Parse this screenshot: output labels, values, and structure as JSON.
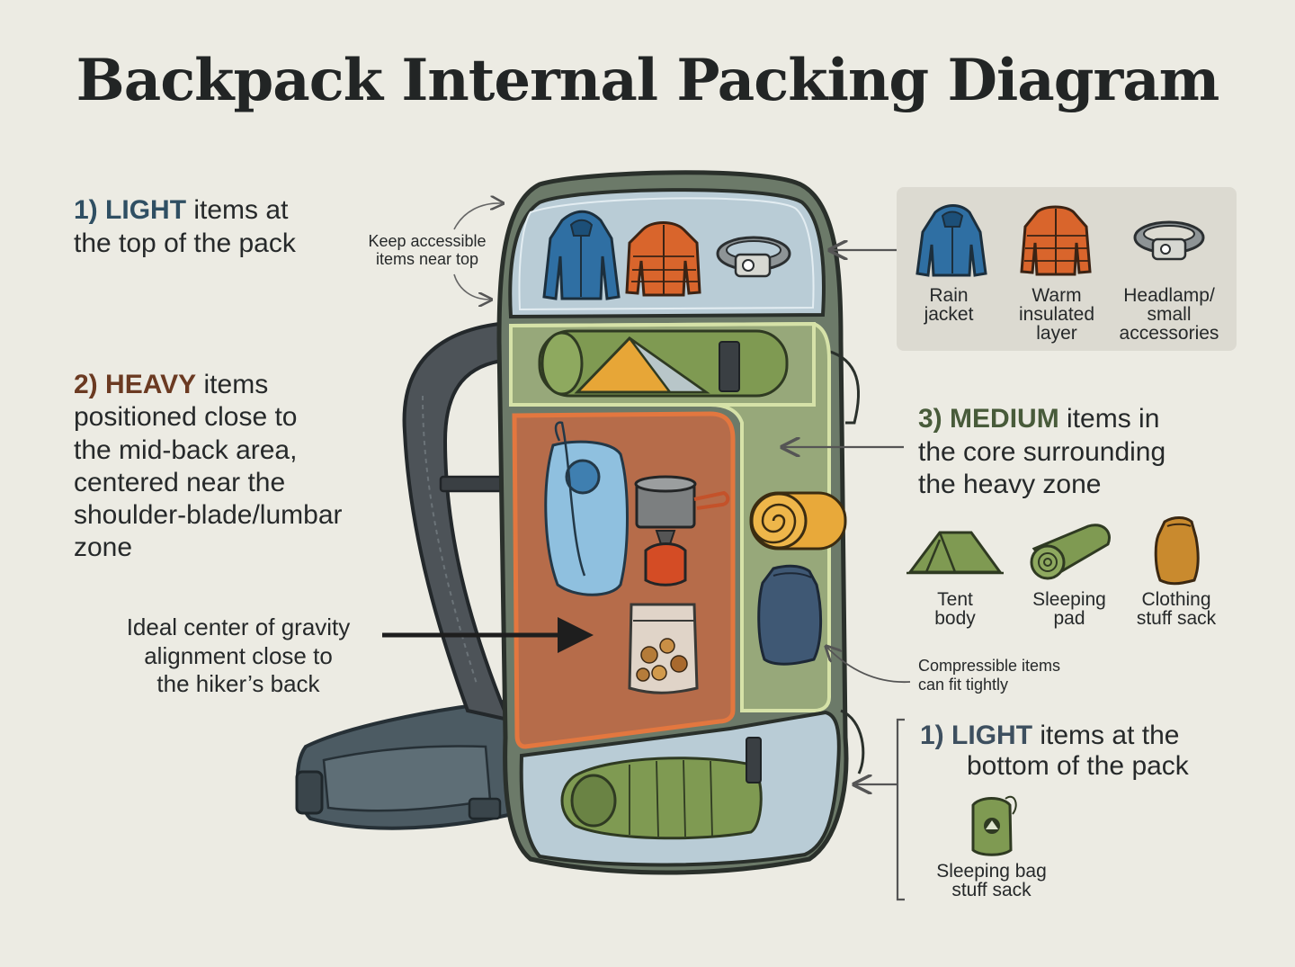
{
  "title": "Backpack Internal Packing Diagram",
  "light_top": {
    "number": "1)",
    "keyword": "LIGHT",
    "line1_rest": "items at",
    "line2": "the top of the pack"
  },
  "heavy": {
    "number": "2)",
    "keyword": "HEAVY",
    "line1_rest": "items",
    "lines": [
      "positioned close to",
      "the mid-back area,",
      "centered near the",
      "shoulder-blade/lumbar",
      "zone"
    ]
  },
  "gravity_note": [
    "Ideal center of gravity",
    "alignment close to",
    "the hiker’s back"
  ],
  "accessible_note": [
    "Keep accessible",
    "items near top"
  ],
  "top_items": [
    {
      "lines": [
        "Rain",
        "jacket"
      ],
      "icon": "rain-jacket-icon"
    },
    {
      "lines": [
        "Warm",
        "insulated",
        "layer"
      ],
      "icon": "insulated-jacket-icon"
    },
    {
      "lines": [
        "Headlamp/",
        "small",
        "accessories"
      ],
      "icon": "headlamp-icon"
    }
  ],
  "medium": {
    "number": "3)",
    "keyword": "MEDIUM",
    "line1_rest": "items in",
    "lines": [
      "the core surrounding",
      "the heavy zone"
    ]
  },
  "medium_items": [
    {
      "lines": [
        "Tent",
        "body"
      ],
      "icon": "tent-icon"
    },
    {
      "lines": [
        "Sleeping",
        "pad"
      ],
      "icon": "sleeping-pad-icon"
    },
    {
      "lines": [
        "Clothing",
        "stuff sack"
      ],
      "icon": "stuff-sack-icon"
    }
  ],
  "compressible_note": [
    "Compressible items",
    "can fit tightly"
  ],
  "light_bottom": {
    "number": "1)",
    "keyword": "LIGHT",
    "line1_rest": "items at the",
    "line2": "bottom of the pack"
  },
  "bottom_items": [
    {
      "lines": [
        "Sleeping bag",
        "stuff sack"
      ],
      "icon": "sleeping-bag-stuff-sack-icon"
    }
  ],
  "colors": {
    "background": "#ecebe3",
    "light_zone": "#b9ccd6",
    "heavy_zone": "#c06a46",
    "medium_zone": "#9fb07e",
    "pack_body": "#6b7b6a"
  }
}
